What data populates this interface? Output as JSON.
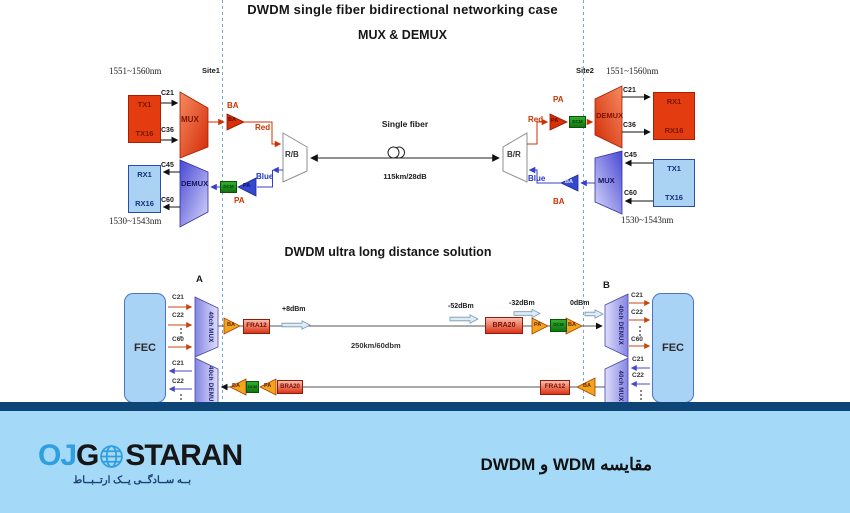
{
  "top": {
    "title": "DWDM single fiber bidirectional networking case",
    "subtitle": "MUX & DEMUX",
    "fiber_label": "Single fiber",
    "fiber_spec": "115km/28dB",
    "site1": {
      "name": "Site1",
      "band_tx": "1551~1560nm",
      "band_rx": "1530~1543nm",
      "tx_top": "TX1",
      "tx_bottom": "TX16",
      "rx_top": "RX1",
      "rx_bottom": "RX16",
      "ch_tx_top": "C21",
      "ch_tx_bottom": "C36",
      "ch_rx_top": "C45",
      "ch_rx_bottom": "C60",
      "mux": "MUX",
      "demux": "DEMUX",
      "ba": "BA",
      "ba_tag": "BA",
      "pa": "PA",
      "pa_tag": "PA",
      "dcm": "DCM",
      "red": "Red",
      "blue": "Blue",
      "coupler": "R/B"
    },
    "site2": {
      "name": "Site2",
      "band_rx": "1551~1560nm",
      "band_tx": "1530~1543nm",
      "rx_top": "RX1",
      "rx_bottom": "RX16",
      "tx_top": "TX1",
      "tx_bottom": "TX16",
      "ch_rx_top": "C21",
      "ch_rx_bottom": "C36",
      "ch_tx_top": "C45",
      "ch_tx_bottom": "C60",
      "demux": "DEMUX",
      "mux": "MUX",
      "pa": "PA",
      "pa_tag": "PA",
      "ba": "BA",
      "ba_tag": "BA",
      "dcm": "DCM",
      "red": "Red",
      "blue": "Blue",
      "coupler": "B/R"
    }
  },
  "bottom": {
    "title": "DWDM ultra long distance solution",
    "node_a": "A",
    "node_b": "B",
    "fec": "FEC",
    "mux40": "40ch MUX",
    "demux40": "40ch DEMUX",
    "span": "250km/60dbm",
    "power_tx": "+8dBm",
    "power_in": "-52dBm",
    "power_mid": "-32dBm",
    "power_out": "0dBm",
    "ba": "BA",
    "pa": "PA",
    "dcm": "DCM",
    "fra12": "FRA12",
    "bra20": "BRA20",
    "ch1": "C21",
    "ch2": "C22",
    "chN": "C60"
  },
  "footer": {
    "logo_oj": "OJ",
    "logo_g": "G",
    "logo_staran": "STARAN",
    "logo_tagline": "بــه ســادگــی یــک ارتــبــاط",
    "caption": "مقایسه WDM و DWDM"
  },
  "colors": {
    "navy_bar": "#0d4577",
    "footer_bg": "#a5d9f8",
    "brand_blue": "#2f9fdf",
    "red_path": "#cc3300",
    "blue_path": "#2438cc",
    "amp_orange": "#f2a51c",
    "dcm_green": "#1f9a1f"
  }
}
